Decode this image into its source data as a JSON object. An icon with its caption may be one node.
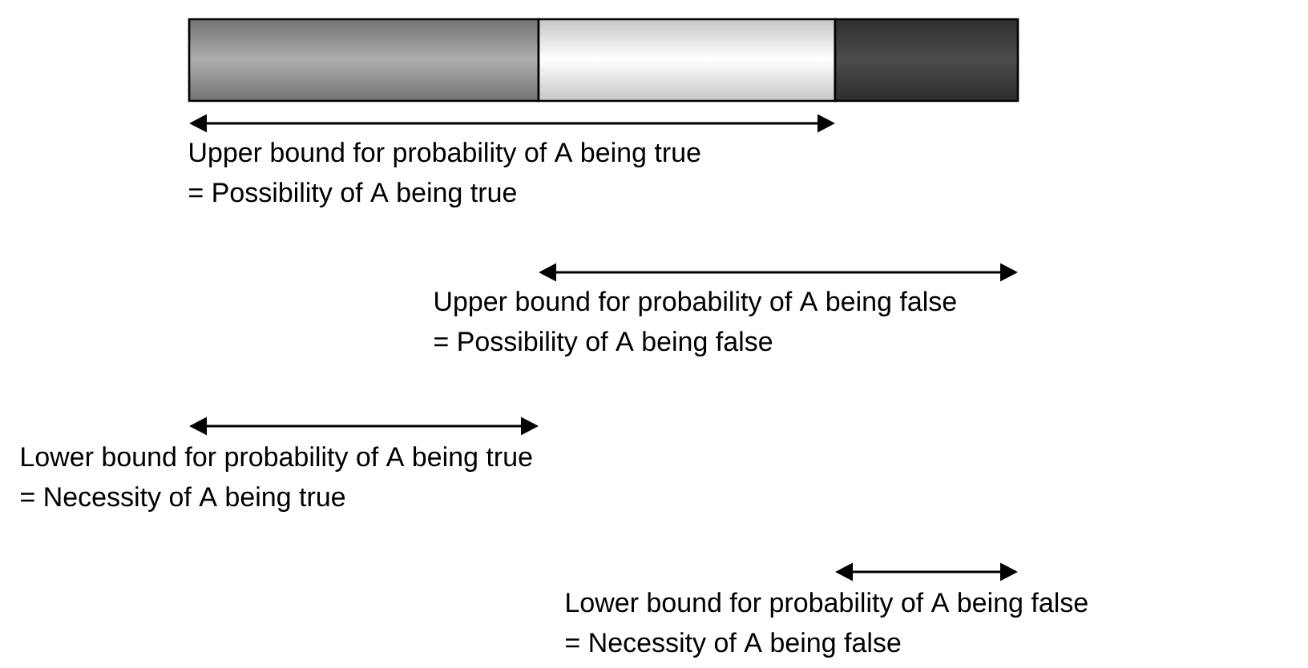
{
  "diagram": {
    "labels": [
      "Upper bound for probability of A being true",
      "= Possibility of A being true",
      "Upper bound for probability of A being false",
      "= Possibility of A being false",
      "Lower bound for probability of A being true",
      "= Necessity of A being true",
      "Lower bound for probability of A being false",
      "= Necessity of A being false"
    ]
  }
}
